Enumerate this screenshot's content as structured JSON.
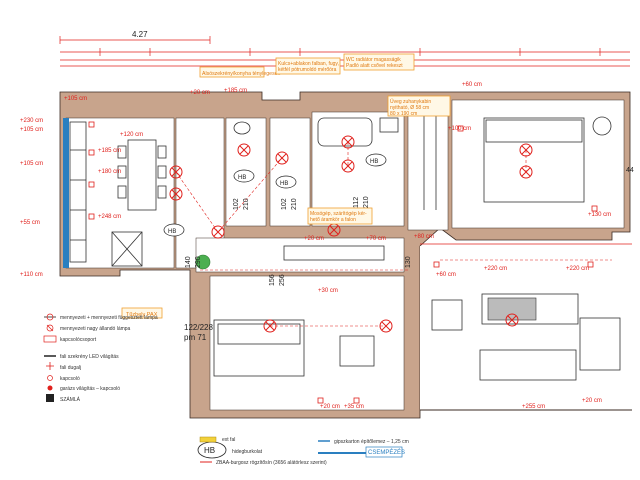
{
  "top_dimension": "4.27",
  "notes": {
    "note1": "Alsószekrény/konyha ténylegesen",
    "note2": "Kulcs+ablakon falban, fugy,\nkétfél pótrumoldó mérőóra",
    "note3": "WC radiátor magasságik\nPadló alatt csővel rekeszt",
    "note4": "Üveg zuhanykabin\nnyitható, Ø 58 cm\n80 x 190 cm",
    "note5": "Mosógép, szárítógép kér-\nhető áramkör a falon",
    "note6": "Tűzhely PAX"
  },
  "heights": {
    "h105a": "+105 cm",
    "h230": "+230 cm",
    "h105b": "+105 cm",
    "h105c": "+105 cm",
    "h20a": "+20 cm",
    "h185": "+185 cm",
    "h120": "+120 cm",
    "h185b": "+185 cm",
    "h180": "+180 cm",
    "h55": "+55 cm",
    "h248": "+248 cm",
    "h110": "+110 cm",
    "h20b": "+20 cm",
    "h70": "+70 cm",
    "h80": "+80 cm",
    "h60": "+60 cm",
    "h100": "+100 cm",
    "h130": "+130 cm",
    "h220a": "+220 cm",
    "h220b": "+220 cm",
    "h30": "+30 cm",
    "h35": "+35 cm",
    "h60b": "+60 cm",
    "h20c": "+20 cm",
    "h255": "+255 cm",
    "h20d": "+20 cm"
  },
  "door_dims": [
    "102",
    "210",
    "102",
    "210",
    "112",
    "210",
    "140",
    "290",
    "156",
    "256",
    "130"
  ],
  "room_labels": {
    "hb1": "HB",
    "hb2": "HB",
    "hb3": "HB",
    "hb4": "HB"
  },
  "room_dims": {
    "main": "122/228",
    "pm": "pm 71"
  },
  "side_dim": "44",
  "legend": {
    "items": [
      "mennyezeti + mennyezeti függesztett lámpa",
      "mennyezeti nagy állandó lámpa",
      "kapcsolócsoport",
      "fali szekrény LED világítás",
      "fali dugalj",
      "kapcsoló",
      "garázs világítás – kapcsoló",
      "SZÁMLÁ"
    ],
    "bottom": {
      "hb_label": "HB",
      "hb_caption": "hidegburkolat",
      "ext_caption": "ext fal",
      "gips_caption": "gipszkarton építőlemez – 1,25 cm",
      "csempe": "CSEMPÉZÉS",
      "footer": "ZBAA-burgosz rögzítősín (3656 alátörlesz szerint)"
    }
  },
  "colors": {
    "accent": "#e0201c",
    "wall": "#c8a48c",
    "note": "#f0a030",
    "water": "#2a7fc0"
  }
}
